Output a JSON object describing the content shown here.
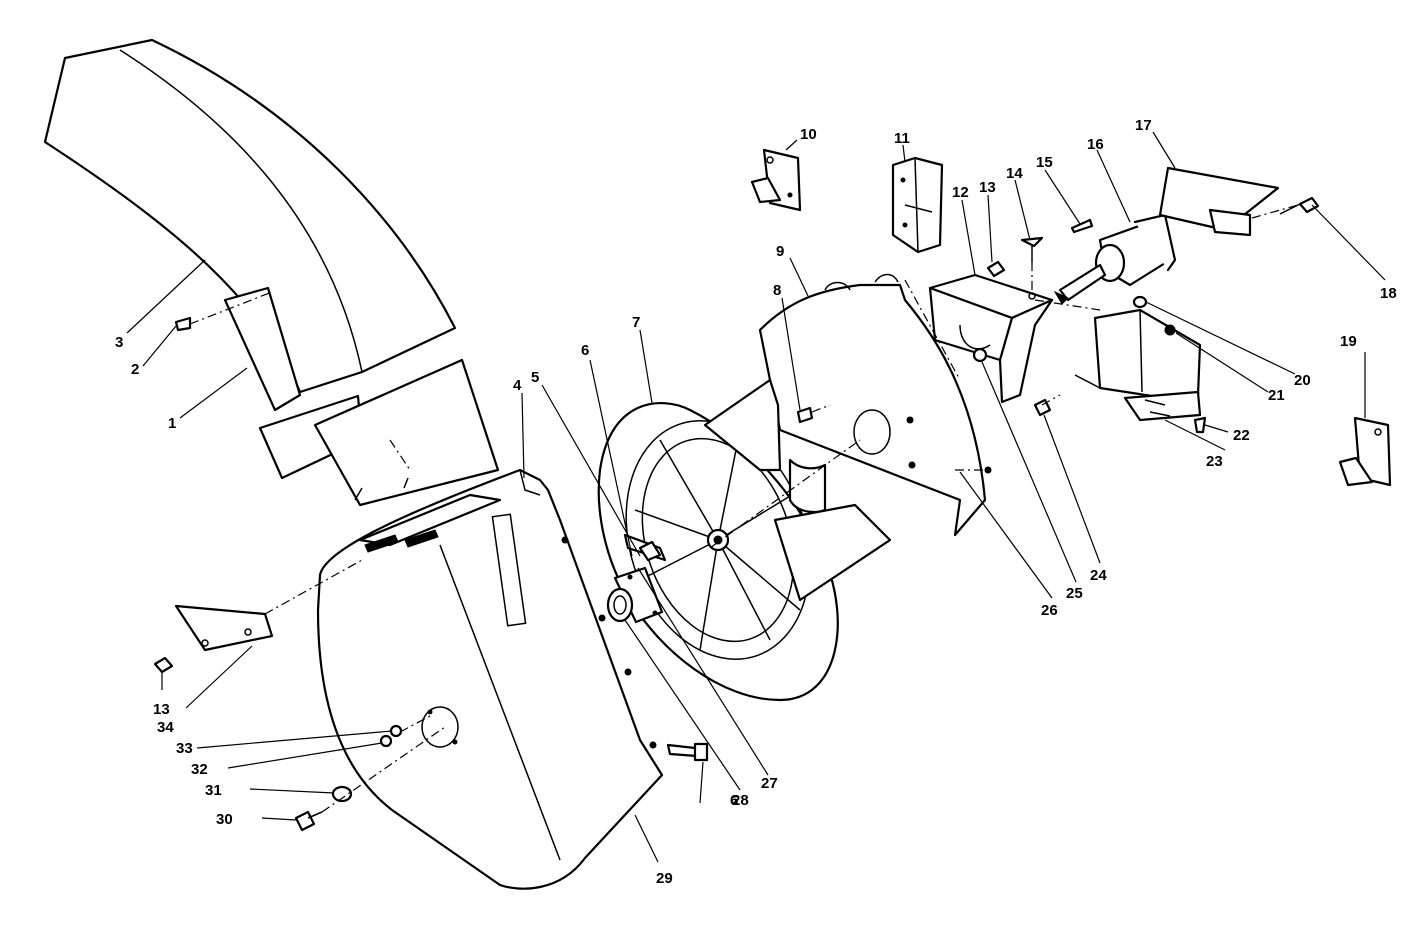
{
  "diagram": {
    "callouts": [
      {
        "id": "1",
        "label": "1"
      },
      {
        "id": "2",
        "label": "2"
      },
      {
        "id": "3",
        "label": "3"
      },
      {
        "id": "4",
        "label": "4"
      },
      {
        "id": "5",
        "label": "5"
      },
      {
        "id": "6a",
        "label": "6"
      },
      {
        "id": "6b",
        "label": "6"
      },
      {
        "id": "7",
        "label": "7"
      },
      {
        "id": "8",
        "label": "8"
      },
      {
        "id": "9",
        "label": "9"
      },
      {
        "id": "10",
        "label": "10"
      },
      {
        "id": "11",
        "label": "11"
      },
      {
        "id": "12",
        "label": "12"
      },
      {
        "id": "13a",
        "label": "13"
      },
      {
        "id": "13b",
        "label": "13"
      },
      {
        "id": "14",
        "label": "14"
      },
      {
        "id": "15",
        "label": "15"
      },
      {
        "id": "16",
        "label": "16"
      },
      {
        "id": "17",
        "label": "17"
      },
      {
        "id": "18",
        "label": "18"
      },
      {
        "id": "19",
        "label": "19"
      },
      {
        "id": "20",
        "label": "20"
      },
      {
        "id": "21",
        "label": "21"
      },
      {
        "id": "22",
        "label": "22"
      },
      {
        "id": "23",
        "label": "23"
      },
      {
        "id": "24",
        "label": "24"
      },
      {
        "id": "25",
        "label": "25"
      },
      {
        "id": "26",
        "label": "26"
      },
      {
        "id": "27",
        "label": "27"
      },
      {
        "id": "28",
        "label": "28"
      },
      {
        "id": "29",
        "label": "29"
      },
      {
        "id": "30",
        "label": "30"
      },
      {
        "id": "31",
        "label": "31"
      },
      {
        "id": "32",
        "label": "32"
      },
      {
        "id": "33",
        "label": "33"
      },
      {
        "id": "34",
        "label": "34"
      }
    ]
  }
}
